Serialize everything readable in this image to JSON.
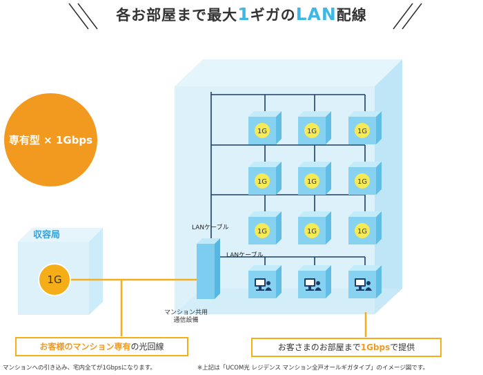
{
  "title": {
    "pre": "各お部屋まで最大",
    "hl1": "1",
    "mid": "ギガ",
    "post": "の",
    "hl2": "LAN",
    "tail": "配線"
  },
  "circle_label": "専有型 × 1Gbps",
  "station_label": "収容局",
  "station_badge": "1G",
  "unit_label": "1G",
  "lan_label_upper": "LANケーブル",
  "lan_label_lower": "LANケーブル",
  "facility_label_1": "マンション共用",
  "facility_label_2": "通信設備",
  "box_left": {
    "pre": "お客様の",
    "hl1": "マンション",
    "hl2": "専有",
    "post": "の光回線"
  },
  "box_right": {
    "pre": "お客さまのお部屋まで",
    "hl": "1Gbps",
    "post": "で提供"
  },
  "note_left": "マンションへの引き込み、宅内全てが1Gbpsになります。",
  "note_right": "※上記は「UCOM光 レジデンス マンション全戸オールギガタイプ」のイメージ図です。",
  "colors": {
    "orange": "#f29a20",
    "yellow": "#f5ae17",
    "cyan": "#3db7e4",
    "building": "#d7effa",
    "cube": "#86d2f0",
    "navy": "#1b3c66"
  },
  "icons": [
    "building-icon",
    "cube-icon",
    "monitor-user-icon"
  ]
}
